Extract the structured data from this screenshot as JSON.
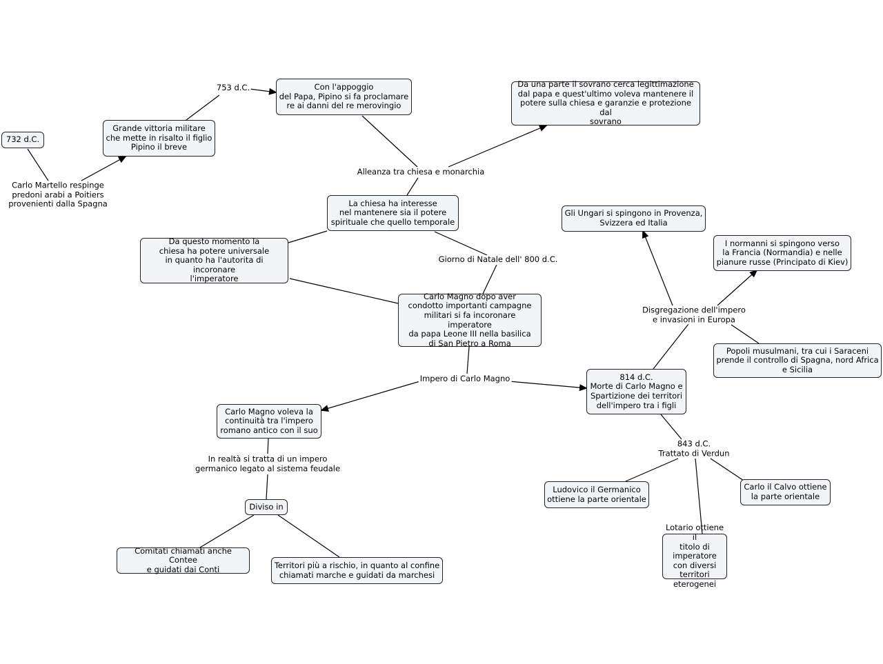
{
  "nodes": {
    "n732": "732 d.C.",
    "grande_vittoria": "Grande vittoria militare\nche mette in risalto il figlio\nPipino il breve",
    "appoggio_papa": "Con l'appoggio\ndel Papa, Pipino si fa proclamare\nre ai danni del re merovingio",
    "legittimazione": "Da una parte il sovrano cerca legittimazione\ndal papa e quest'ultimo voleva mantenere il\npotere sulla chiesa e garanzie e protezione dal\nsovrano",
    "chiesa_interesse": "La chiesa ha interesse\nnel mantenere sia il potere\nspirituale che quello temporale",
    "potere_universale": "Da questo momento la\nchiesa ha potere universale\nin quanto ha l'autorita di incoronare\nl'imperatore",
    "incoronazione": "Carlo Magno dopo aver\ncondotto importanti campagne\nmilitari si fa incoronare imperatore\nda papa Leone III nella basilica\ndi San Pietro a Roma",
    "ungari": "Gli Ungari si spingono in Provenza,\nSvizzera ed Italia",
    "normanni": "I normanni si spingono verso\nla Francia (Normandia) e nelle\npianure russe (Principato di Kiev)",
    "musulmani": "Popoli musulmani, tra cui i Saraceni\nprende il controllo di Spagna, nord Africa\ne Sicilia",
    "morte_carlo": "814 d.C.\nMorte di Carlo Magno e\nSpartizione dei territori\ndell'impero tra i figli",
    "continuita": "Carlo Magno voleva la\ncontinuità tra l'impero\nromano antico con il suo",
    "diviso_in": "Diviso in",
    "comitati": "Comitati chiamati anche Contee\ne guidati dai Conti",
    "marche": "Territori più a rischio, in quanto al confine\nchiamati marche e guidati da marchesi",
    "ludovico": "Ludovico il Germanico\nottiene la parte orientale",
    "carlo_calvo": "Carlo il Calvo ottiene\nla parte orientale",
    "lotario": "Lotario ottiene il\ntitolo di imperatore\ncon diversi territori\neterogenei"
  },
  "labels": {
    "carlo_martello": "Carlo Martello respinge\npredoni arabi a Poitiers\nprovenienti dalla Spagna",
    "l753": "753 d.C.",
    "alleanza": "Alleanza tra chiesa e monarchia",
    "natale": "Giorno di Natale dell' 800 d.C.",
    "impero": "Impero di Carlo Magno",
    "disgregazione": "Disgregazione dell'impero\ne invasioni in Europa",
    "realta": "In realtà si tratta di un impero\ngermanico legato al sistema feudale",
    "verdun": "843 d.C.\nTrattato di Verdun"
  }
}
